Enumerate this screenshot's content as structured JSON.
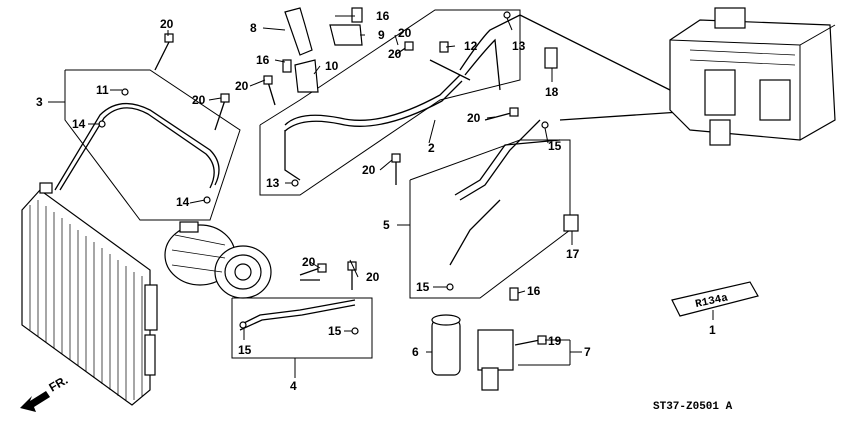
{
  "diagram_code": "ST37-Z0501 A",
  "direction_label": "FR.",
  "emblem_text": "R134a",
  "callouts": {
    "c1": "1",
    "c2": "2",
    "c3": "3",
    "c4": "4",
    "c5": "5",
    "c6": "6",
    "c7": "7",
    "c8": "8",
    "c9": "9",
    "c10": "10",
    "c11": "11",
    "c12": "12",
    "c13a": "13",
    "c13b": "13",
    "c14a": "14",
    "c14b": "14",
    "c15a": "15",
    "c15b": "15",
    "c15c": "15",
    "c15d": "15",
    "c16a": "16",
    "c16b": "16",
    "c16c": "16",
    "c17": "17",
    "c18": "18",
    "c19": "19",
    "c20a": "20",
    "c20b": "20",
    "c20c": "20",
    "c20d": "20",
    "c20e": "20",
    "c20f": "20",
    "c20g": "20",
    "c20h": "20"
  }
}
